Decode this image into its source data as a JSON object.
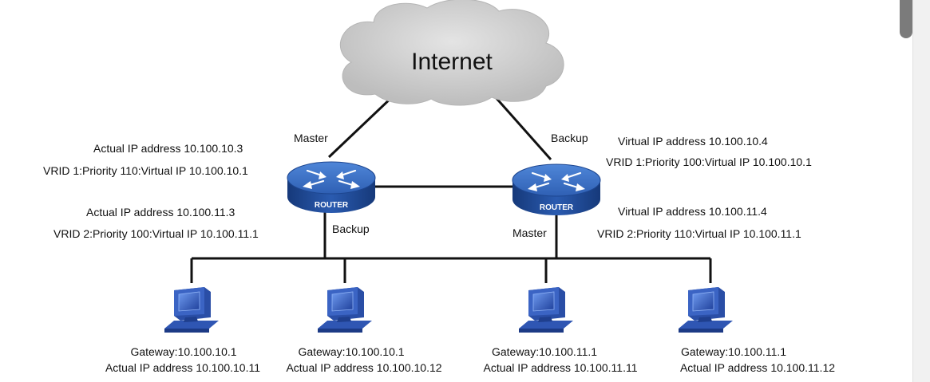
{
  "cloud": {
    "label": "Internet"
  },
  "routers": [
    {
      "name": "ROUTER",
      "role_top": "Master",
      "role_bottom": "Backup",
      "actual_ip_1": "Actual IP address 10.100.10.3",
      "vrid_1": "VRID 1:Priority 110:Virtual IP  10.100.10.1",
      "actual_ip_2": "Actual IP address 10.100.11.3",
      "vrid_2": "VRID 2:Priority 100:Virtual IP  10.100.11.1"
    },
    {
      "name": "ROUTER",
      "role_top": "Backup",
      "role_bottom": "Master",
      "actual_ip_1": "Virtual IP address 10.100.10.4",
      "vrid_1": "VRID 1:Priority 100:Virtual IP  10.100.10.1",
      "actual_ip_2": "Virtual IP address 10.100.11.4",
      "vrid_2": "VRID 2:Priority 110:Virtual IP  10.100.11.1"
    }
  ],
  "hosts": [
    {
      "gateway": "Gateway:10.100.10.1",
      "ip": "Actual IP address 10.100.10.11"
    },
    {
      "gateway": "Gateway:10.100.10.1",
      "ip": "Actual IP address 10.100.10.12"
    },
    {
      "gateway": "Gateway:10.100.11.1",
      "ip": "Actual IP address 10.100.11.11"
    },
    {
      "gateway": "Gateway:10.100.11.1",
      "ip": "Actual IP address 10.100.11.12"
    }
  ],
  "colors": {
    "router_top": "#3a6fc4",
    "router_side": "#1f4a97",
    "cloud": "#c9c9c9",
    "host_blue": "#2f56b3",
    "line": "#111111"
  }
}
